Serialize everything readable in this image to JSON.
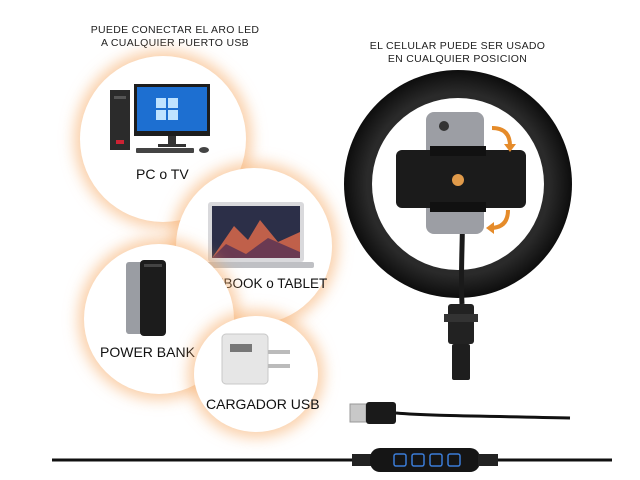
{
  "top_caption": {
    "line1": "PUEDE CONECTAR EL ARO LED",
    "line2": "A CUALQUIER PUERTO USB"
  },
  "right_caption": {
    "line1": "EL CELULAR PUEDE SER USADO",
    "line2": "EN CUALQUIER POSICION"
  },
  "devices": {
    "pc": "PC o TV",
    "notebook": "NOTEBOOK o TABLET",
    "powerbank": "POWER BANK",
    "charger": "CARGADOR USB"
  },
  "colors": {
    "glow": "#f5aa64",
    "ring": "#1a1a1a",
    "accent_blue": "#3b7dd8",
    "arrow": "#e58b2a"
  },
  "icons": [
    "pc-icon",
    "laptop-icon",
    "power-bank-icon",
    "usb-charger-icon",
    "usb-plug-icon",
    "ring-light-icon",
    "smartphone-icon",
    "rotate-arrow-icon",
    "inline-remote-icon"
  ]
}
